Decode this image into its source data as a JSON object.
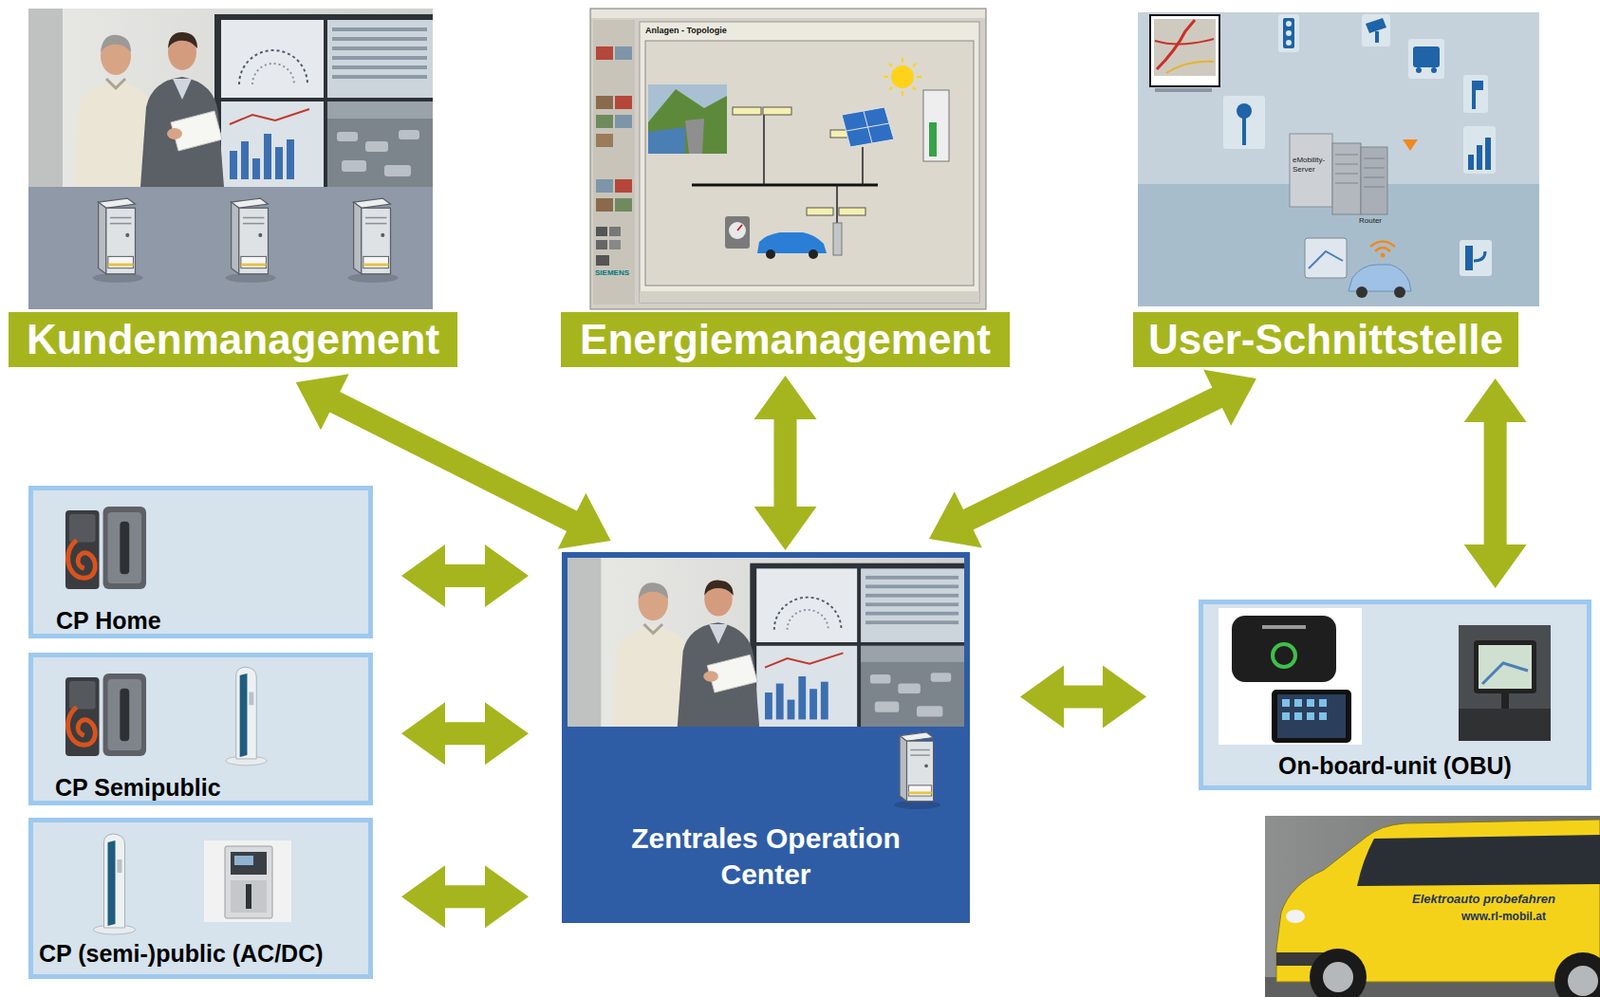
{
  "diagram": {
    "nodes": [
      {
        "text": [
          "Kundenmanagement"
        ]
      },
      {
        "text": [
          "Energiemanagement"
        ]
      },
      {
        "text": [
          "User-Schnittstelle"
        ]
      },
      {
        "text": [
          "CP Home"
        ]
      },
      {
        "text": [
          "CP Semipublic"
        ]
      },
      {
        "text": [
          "CP (semi-)public (AC/DC)"
        ]
      },
      {
        "text": [
          "Zentrales Operation Center"
        ]
      },
      {
        "text": [
          "On-board-unit (OBU)"
        ]
      }
    ],
    "edges": [
      {
        "from": 0,
        "to": 6,
        "arrow": "both"
      },
      {
        "from": 1,
        "to": 6,
        "arrow": "both"
      },
      {
        "from": 2,
        "to": 6,
        "arrow": "both"
      },
      {
        "from": 2,
        "to": 7,
        "arrow": "both"
      },
      {
        "from": 3,
        "to": 6,
        "arrow": "both"
      },
      {
        "from": 4,
        "to": 6,
        "arrow": "both"
      },
      {
        "from": 5,
        "to": 6,
        "arrow": "both"
      },
      {
        "from": 6,
        "to": 7,
        "arrow": "both"
      }
    ],
    "labels": [
      "Anlagen - Topologie",
      "SIEMENS",
      "eMobility-Server",
      "Router",
      "Elektroauto probefahren",
      "www.rl-mobil.at"
    ]
  }
}
